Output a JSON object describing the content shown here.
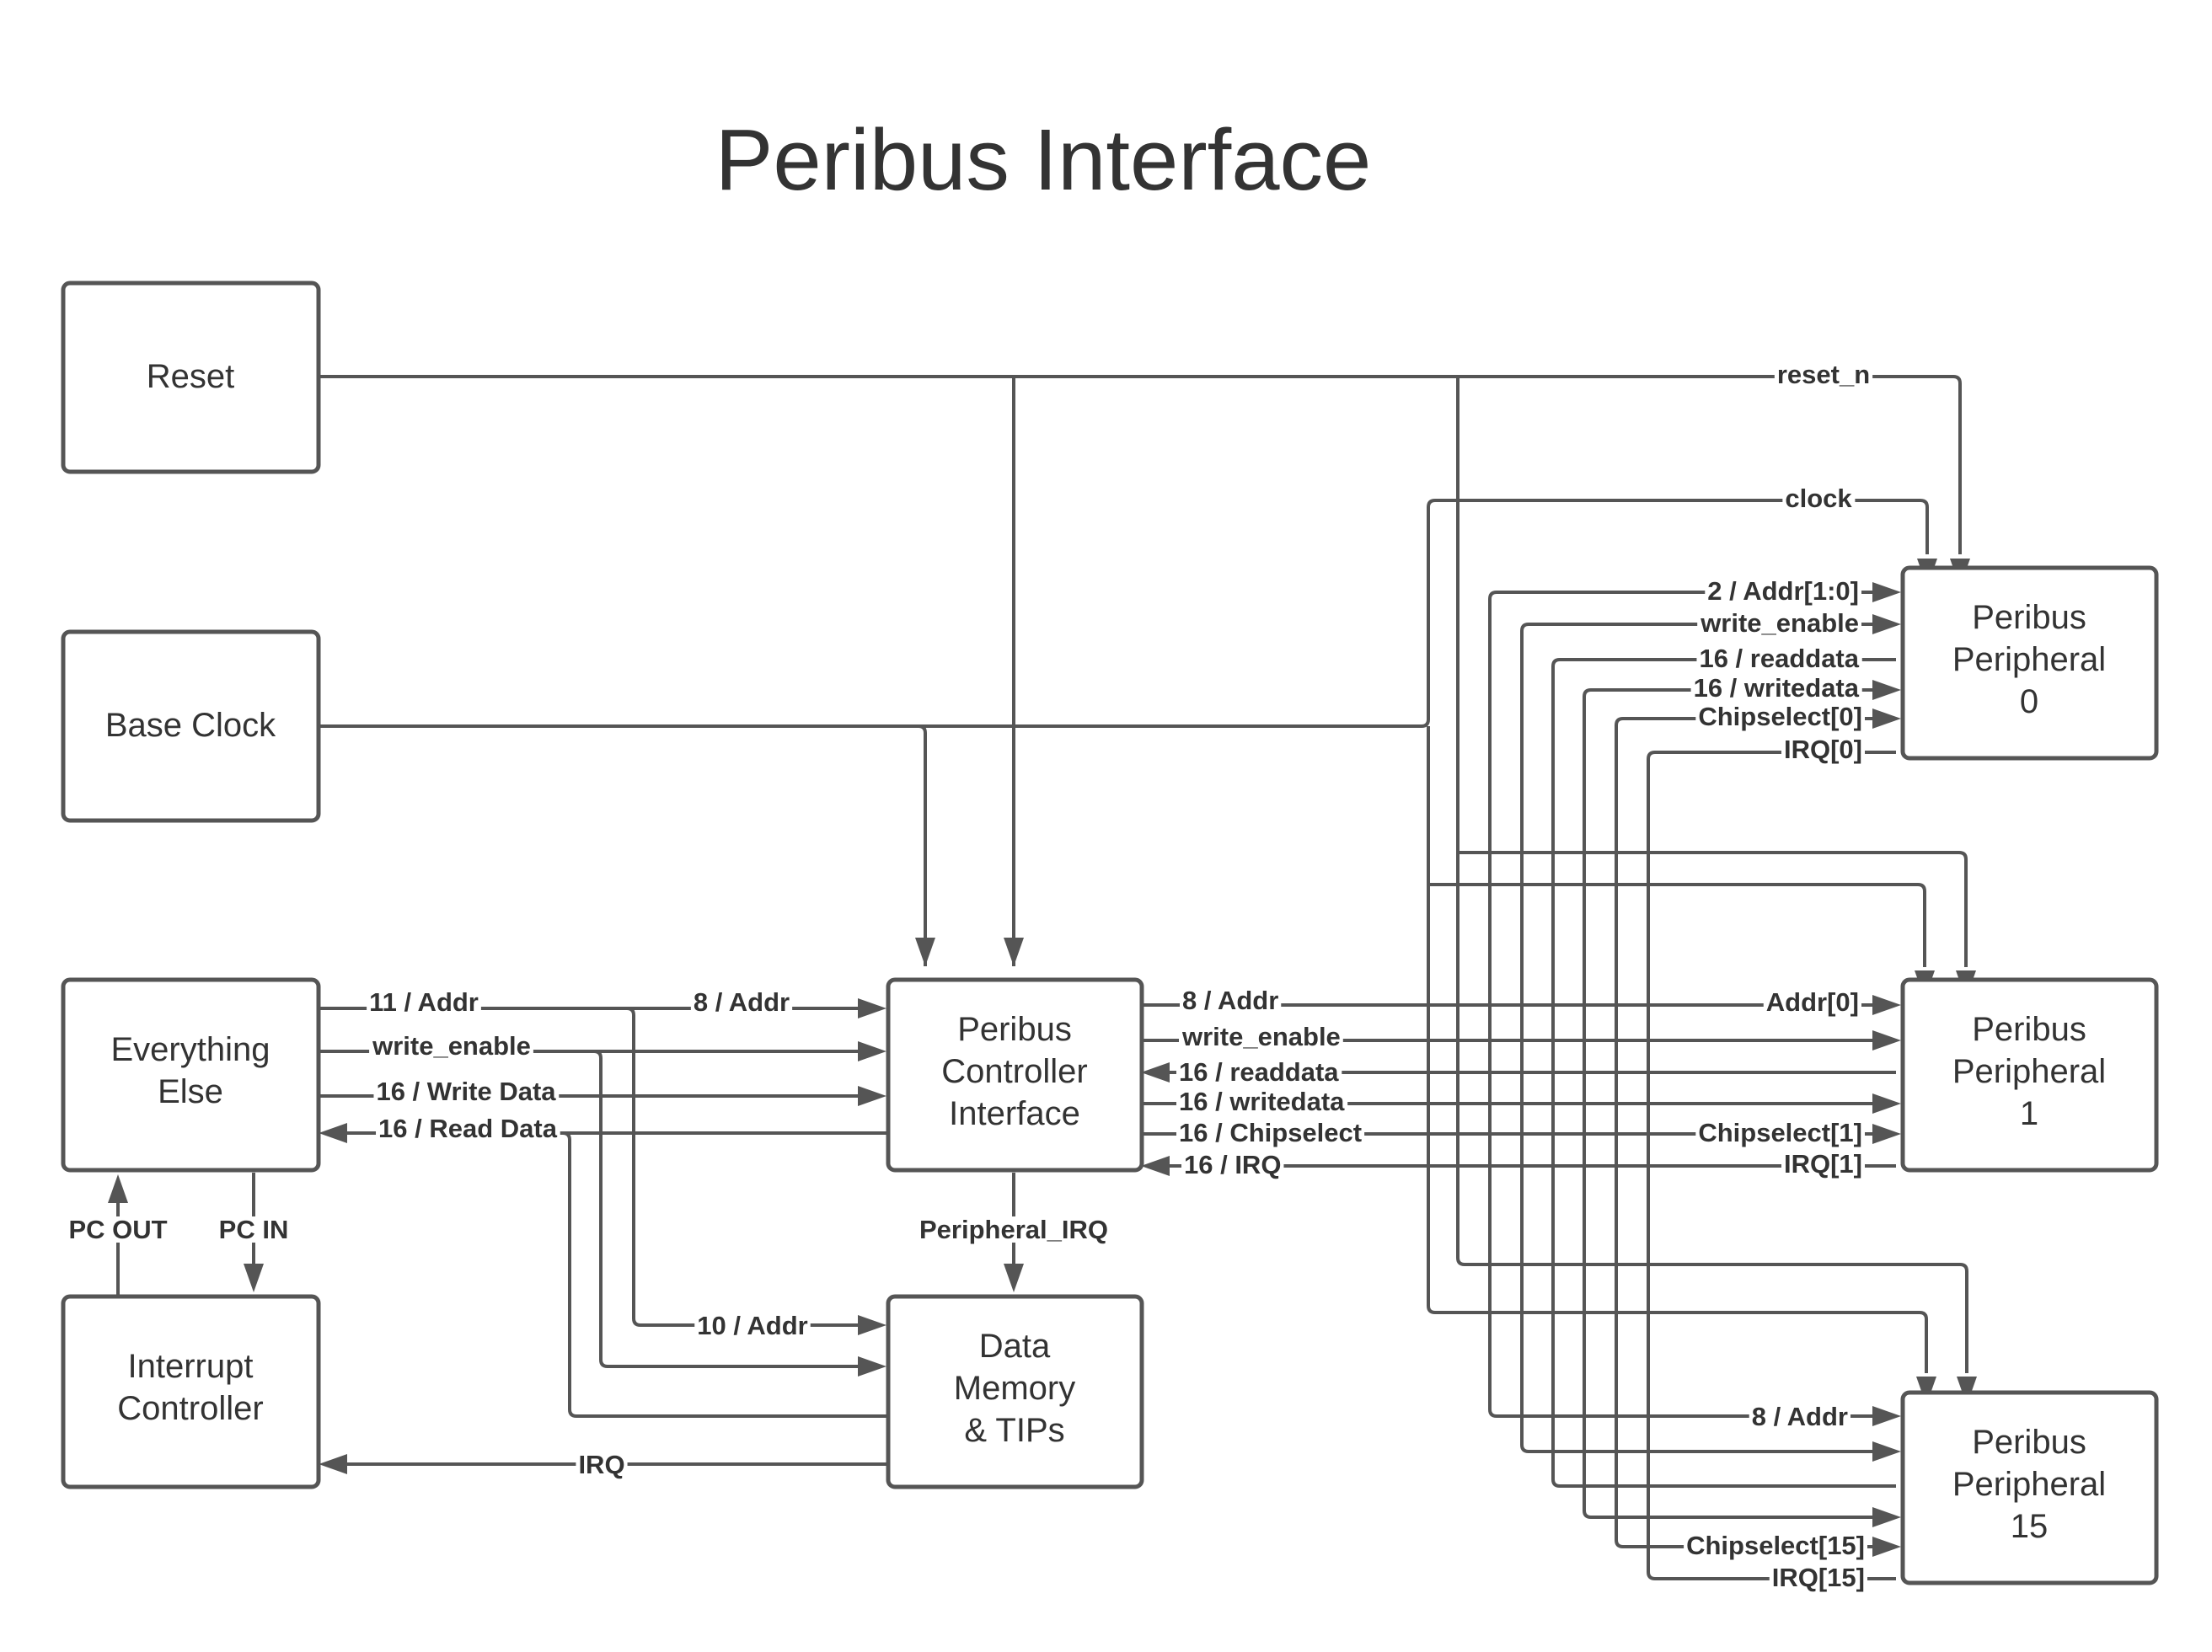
{
  "title": "Peribus Interface",
  "colors": {
    "line": "#555555",
    "text": "#333333",
    "background": "#ffffff"
  },
  "blocks": {
    "reset": {
      "lines": [
        "Reset"
      ]
    },
    "base_clock": {
      "lines": [
        "Base Clock"
      ]
    },
    "everything_else": {
      "lines": [
        "Everything",
        "Else"
      ]
    },
    "interrupt_controller": {
      "lines": [
        "Interrupt",
        "Controller"
      ]
    },
    "controller": {
      "lines": [
        "Peribus",
        "Controller",
        "Interface"
      ]
    },
    "data_memory": {
      "lines": [
        "Data",
        "Memory",
        "& TIPs"
      ]
    },
    "peripheral0": {
      "lines": [
        "Peribus",
        "Peripheral",
        "0"
      ]
    },
    "peripheral1": {
      "lines": [
        "Peribus",
        "Peripheral",
        "1"
      ]
    },
    "peripheral15": {
      "lines": [
        "Peribus",
        "Peripheral",
        "15"
      ]
    }
  },
  "signals": {
    "reset_n": "reset_n",
    "clock": "clock",
    "p0_addr": "2 / Addr[1:0]",
    "p0_we": "write_enable",
    "p0_rd": "16 / readdata",
    "p0_wd": "16 / writedata",
    "p0_cs": "Chipselect[0]",
    "p0_irq": "IRQ[0]",
    "ee_addr": "11 / Addr",
    "ee_we": "write_enable",
    "ee_wd": "16 / Write Data",
    "ee_rd": "16 / Read Data",
    "ctrl_in_addr": "8 / Addr",
    "ctrl_addr": "8 / Addr",
    "ctrl_we": "write_enable",
    "ctrl_rd": "16 / readdata",
    "ctrl_wd": "16 / writedata",
    "ctrl_cs": "16 / Chipselect",
    "ctrl_irq": "16 / IRQ",
    "p1_addr": "Addr[0]",
    "p1_cs": "Chipselect[1]",
    "p1_irq": "IRQ[1]",
    "pc_out": "PC OUT",
    "pc_in": "PC IN",
    "periph_irq": "Peripheral_IRQ",
    "dm_addr": "10 / Addr",
    "irq": "IRQ",
    "p15_addr": "8 / Addr",
    "p15_cs": "Chipselect[15]",
    "p15_irq": "IRQ[15]"
  }
}
